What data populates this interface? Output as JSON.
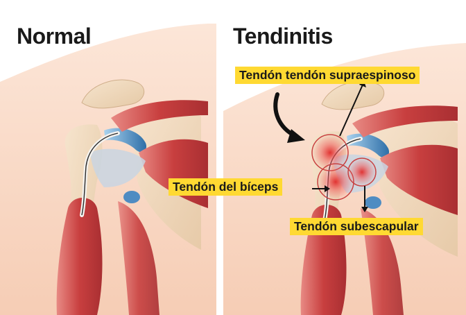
{
  "panels": {
    "normal": {
      "title": "Normal"
    },
    "tendinitis": {
      "title": "Tendinitis"
    }
  },
  "callouts": {
    "supraespinoso": "Tendón tendón supraespinoso",
    "biceps": "Tendón del bíceps",
    "subescapular": "Tendón subescapular"
  },
  "colors": {
    "background": "#ffffff",
    "skin": "#f7d9c6",
    "bone": "#efd8bc",
    "muscle": "#cf4b4b",
    "cartilage": "#5f9fcf",
    "ligament": "#c9d5e2",
    "inflammation_ring": "#c94040",
    "callout_fill": "#ffd932",
    "text": "#1a1a1a"
  },
  "icons": [
    "curved-arrow-icon",
    "arrow-icon"
  ]
}
